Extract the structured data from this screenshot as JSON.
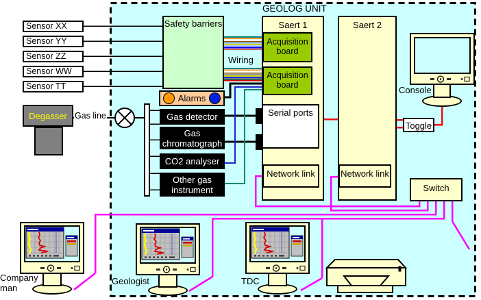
{
  "title": "GEOLOG UNIT",
  "sensors": [
    "Sensor XX",
    "Sensor YY",
    "Sensor ZZ",
    "Sensor WW",
    "Sensor TT"
  ],
  "degasser_label": "Degasser",
  "gas_line_label": "Gas line",
  "safety_barriers_label": "Safety barriers",
  "wiring_label": "Wiring",
  "alarms_label": "Alarms",
  "instruments": [
    "Gas detector",
    "Gas chromatograph",
    "CO2 analyser",
    "Other gas instrument"
  ],
  "saert1": {
    "title": "Saert 1",
    "board1": "Acquisition board",
    "board2": "Acquisition board",
    "serial_ports": "Serial ports",
    "network_link": "Network link"
  },
  "saert2": {
    "title": "Saert 2",
    "network_link": "Network link"
  },
  "console_label": "Console",
  "toggle_label": "Toggle",
  "switch_label": "Switch",
  "workstations": [
    "Company man",
    "Geologist",
    "TDC"
  ],
  "colors": {
    "unit_background": "#CCFFFF",
    "panel_yellow": "#FFFFCC",
    "safety_barrier_green": "#CCFFCC",
    "acquisition_board_green": "#99CC00",
    "alarms_peach": "#FFCC99",
    "degasser_gray": "#808080",
    "degasser_text_yellow": "#FFFF00",
    "alarm_lamp_orange": "#FF9900",
    "alarm_lamp_blue": "#0022DD",
    "network_line_magenta": "#FF00FF",
    "console_line_red": "#EE1111",
    "co2_line_blue": "#2222CC",
    "othergas_line_teal": "#118866"
  }
}
